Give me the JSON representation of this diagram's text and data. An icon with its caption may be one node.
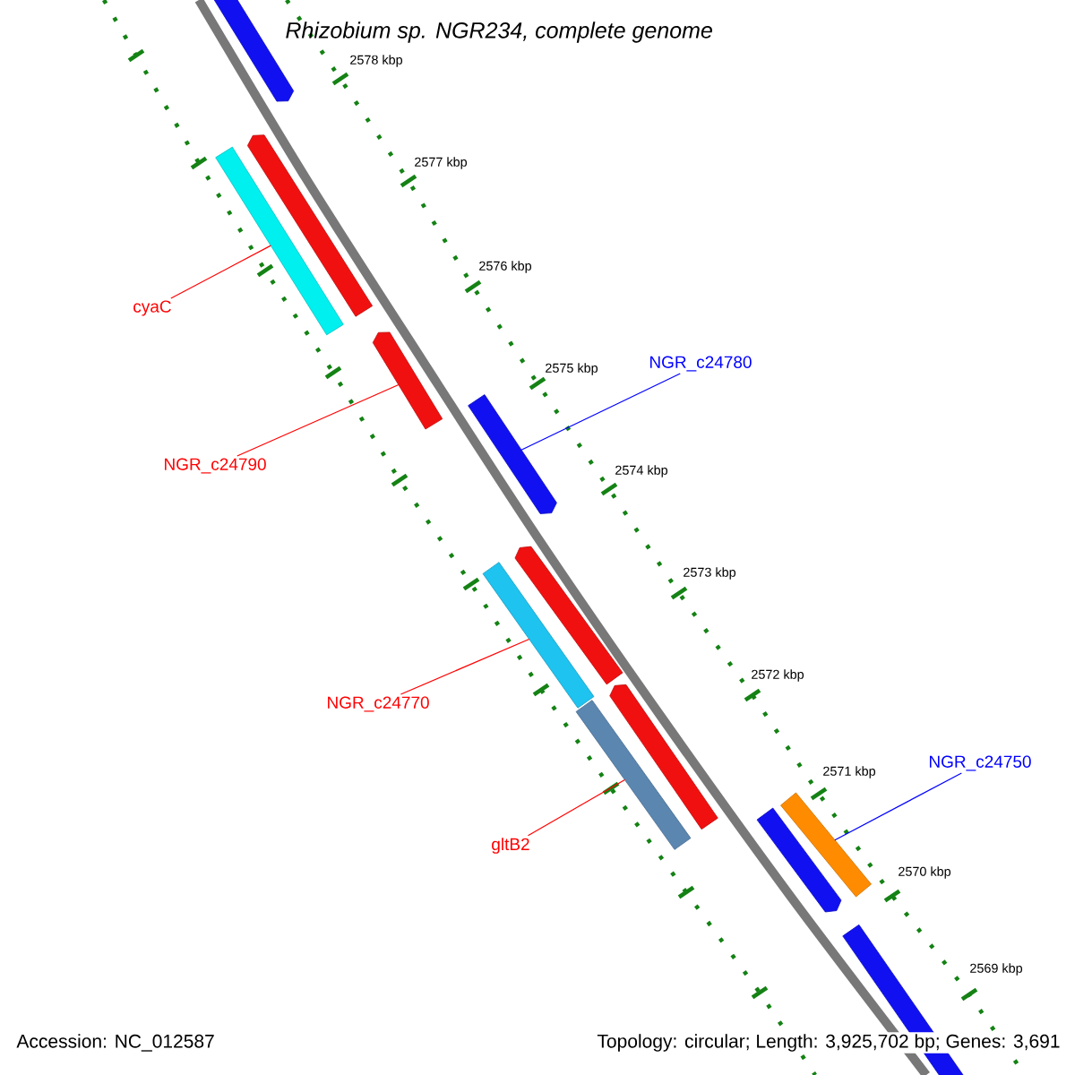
{
  "diagram": {
    "title": "Rhizobium sp. NGR234, complete genome",
    "nodes": [
      {
        "text": [
          "cyaC"
        ]
      },
      {
        "text": [
          "NGR_c24790"
        ]
      },
      {
        "text": [
          "NGR_c24780"
        ]
      },
      {
        "text": [
          "NGR_c24770"
        ]
      },
      {
        "text": [
          "gltB2"
        ]
      },
      {
        "text": [
          "NGR_c24750"
        ]
      },
      {
        "text": [],
        "shape": "arrow"
      },
      {
        "text": [],
        "shape": "arrow"
      },
      {
        "text": [],
        "shape": "bar"
      },
      {
        "text": [],
        "shape": "arrow"
      },
      {
        "text": [],
        "shape": "arrow"
      },
      {
        "text": [],
        "shape": "arrow"
      },
      {
        "text": [],
        "shape": "bar"
      },
      {
        "text": [],
        "shape": "arrow"
      },
      {
        "text": [],
        "shape": "bar"
      },
      {
        "text": [],
        "shape": "arrow"
      },
      {
        "text": [],
        "shape": "bar"
      },
      {
        "text": [],
        "shape": "arrow"
      }
    ],
    "edges": [
      {
        "from": 0,
        "to": 8,
        "arrow": "none"
      },
      {
        "from": 1,
        "to": 9,
        "arrow": "none"
      },
      {
        "from": 2,
        "to": 10,
        "arrow": "none",
        "color": "#0000ff"
      },
      {
        "from": 3,
        "to": 12,
        "arrow": "none"
      },
      {
        "from": 4,
        "to": 14,
        "arrow": "none"
      },
      {
        "from": 5,
        "to": 16,
        "arrow": "none",
        "color": "#0000ff"
      }
    ],
    "labels": [
      "2578 kbp",
      "2577 kbp",
      "2576 kbp",
      "2575 kbp",
      "2574 kbp",
      "2573 kbp",
      "2572 kbp",
      "2571 kbp",
      "2570 kbp",
      "2569 kbp",
      "Accession: NC_012587",
      "Topology: circular; Length: 3,925,702 bp; Genes: 3,691"
    ]
  }
}
